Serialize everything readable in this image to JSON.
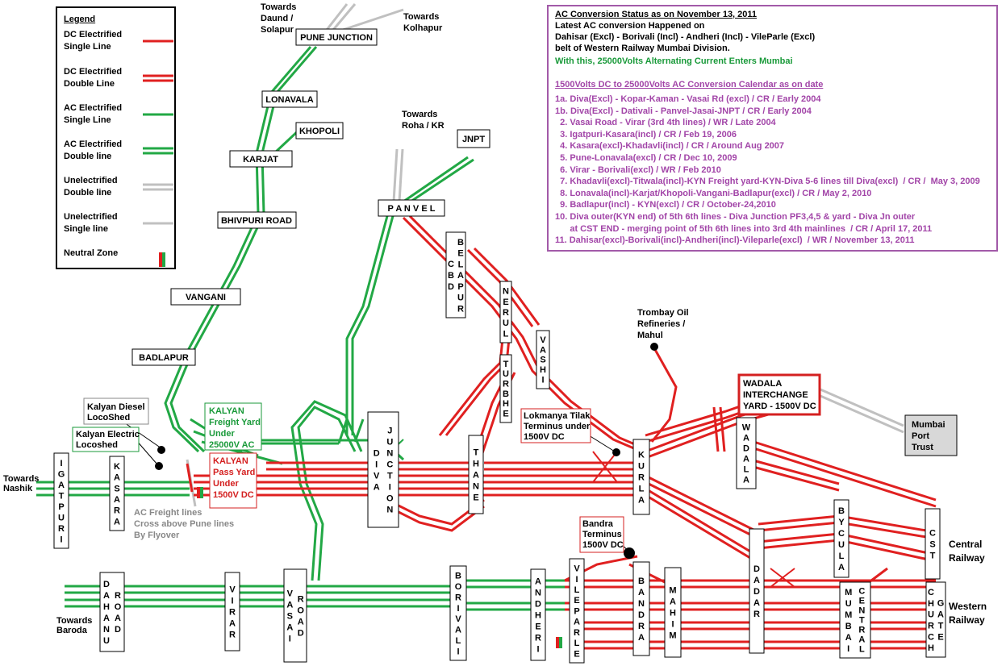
{
  "legend": {
    "title": "Legend",
    "items": [
      {
        "label": "DC Electrified Single Line",
        "color": "#e02020",
        "double": false
      },
      {
        "label": "DC Electrified Double Line",
        "color": "#e02020",
        "double": true
      },
      {
        "label": "AC Electrified Single Line",
        "color": "#22a845",
        "double": false
      },
      {
        "label": "AC Electrified Double line",
        "color": "#22a845",
        "double": true
      },
      {
        "label": "Unelectrified Double line",
        "color": "#c0c0c0",
        "double": true
      },
      {
        "label": "Unelectrified Single line",
        "color": "#c0c0c0",
        "double": false
      },
      {
        "label": "Neutral Zone",
        "color": "#e02020",
        "double": false
      }
    ]
  },
  "status": {
    "title": "AC Conversion Status as on November 13, 2011",
    "intro": [
      "Latest AC conversion Happened on",
      "Dahisar (Excl) - Borivali (Incl) - Andheri (Incl) - VileParle (Excl)",
      "belt of Western Railway Mumbai Division."
    ],
    "highlight": "With this, 25000Volts Alternating Current Enters Mumbai",
    "calendar_title": "1500Volts DC to 25000Volts AC Conversion Calendar as on date",
    "calendar": [
      "1a. Diva(Excl) - Kopar-Kaman - Vasai Rd (excl) / CR / Early 2004",
      "1b. Diva(Excl) - Dativali - Panvel-Jasai-JNPT / CR / Early 2004",
      "  2. Vasai Road - Virar (3rd 4th lines) / WR / Late 2004",
      "  3. Igatpuri-Kasara(incl) / CR / Feb 19, 2006",
      "  4. Kasara(excl)-Khadavli(incl) / CR / Around Aug 2007",
      "  5. Pune-Lonavala(excl) / CR / Dec 10, 2009",
      "  6. Virar - Borivali(excl) / WR / Feb 2010",
      "  7. Khadavli(excl)-Titwala(incl)-KYN Freight yard-KYN-Diva 5-6 lines till Diva(excl)  / CR /  May 3, 2009",
      "  8. Lonavala(incl)-Karjat/Khopoli-Vangani-Badlapur(excl) / CR / May 2, 2010",
      "  9. Badlapur(incl) - KYN(excl) / CR / October-24,2010",
      "10. Diva outer(KYN end) of 5th 6th lines - Diva Junction PF3,4,5 & yard - Diva Jn outer",
      "      at CST END - merging point of 5th 6th lines into 3rd 4th mainlines  / CR / April 17, 2011",
      "11. Dahisar(excl)-Borivali(incl)-Andheri(incl)-Vileparle(excl)  / WR / November 13, 2011"
    ]
  },
  "stations": {
    "pune_junction": "PUNE JUNCTION",
    "lonavala": "LONAVALA",
    "khopoli": "KHOPOLI",
    "karjat": "KARJAT",
    "bhivpuri": "BHIVPURI ROAD",
    "vangani": "VANGANI",
    "badlapur": "BADLAPUR",
    "jnpt": "JNPT",
    "panvel": "P A N V E L",
    "igatpuri": "IGATPURI",
    "kasara": "KASARA",
    "diva": "DIVA",
    "junction": "JUNCTION",
    "thane": "THANE",
    "cbd": "CBD",
    "belapur": "BELAPUR",
    "nerul": "NERUL",
    "turbhe": "TURBHE",
    "vashi": "VASHI",
    "kurla": "KURLA",
    "wadala": "WADALA",
    "dadar": "DADAR",
    "byculla": "BYCULA",
    "cst": "CST",
    "dahanu": "DAHANU",
    "road": "ROAD",
    "virar": "VIRAR",
    "vasai": "VASAI",
    "borivali": "BORIVALI",
    "andheri": "ANDHERI",
    "vileparle": "VILEPARLE",
    "bandra": "BANDRA",
    "mahim": "MAHIM",
    "mumbai": "MUMBAI",
    "central": "CENTRAL",
    "church": "CHURCH",
    "gate": "GATE"
  },
  "labels": {
    "daund": [
      "Towards",
      "Daund /",
      "Solapur"
    ],
    "kolhapur": [
      "Towards",
      "Kolhapur"
    ],
    "roha": [
      "Towards",
      "Roha / KR"
    ],
    "nashik": [
      "Towards",
      "Nashik"
    ],
    "baroda": [
      "Towards",
      "Baroda"
    ],
    "trombay": [
      "Trombay Oil",
      "Refineries /",
      "Mahul"
    ],
    "kalyan_diesel": [
      "Kalyan Diesel",
      "LocoShed"
    ],
    "kalyan_electric": [
      "Kalyan Electric",
      "Locoshed"
    ],
    "kalyan_freight": [
      "KALYAN",
      "Freight Yard",
      "Under",
      "25000V AC"
    ],
    "kalyan_pass": [
      "KALYAN",
      "Pass Yard",
      "Under",
      "1500V DC"
    ],
    "flyover": [
      "AC Freight lines",
      "Cross above Pune lines",
      "By Flyover"
    ],
    "ltt": [
      "Lokmanya Tilak",
      "Terminus under",
      "1500V DC"
    ],
    "bandra_terminus": [
      "Bandra",
      "Terminus",
      "1500V DC"
    ],
    "wadala_interchange": [
      "WADALA",
      "INTERCHANGE",
      "YARD - 1500V DC"
    ],
    "mumbai_port": [
      "Mumbai",
      "Port",
      "Trust"
    ],
    "central_railway": [
      "Central",
      "Railway"
    ],
    "western_railway": [
      "Western",
      "Railway"
    ]
  },
  "colors": {
    "dc": "#e02020",
    "ac": "#22a845",
    "unelectrified": "#c0c0c0",
    "status_border": "#a25aa8",
    "status_text": "#a245a8"
  }
}
